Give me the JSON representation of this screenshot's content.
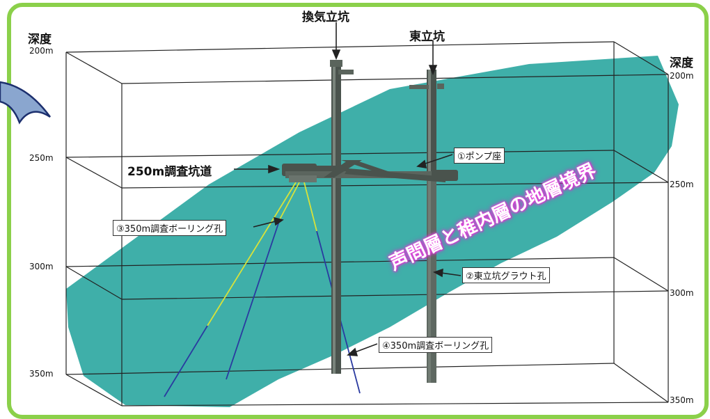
{
  "shafts": {
    "ventilation": "換気立坑",
    "east": "東立坑"
  },
  "depth_header_left": "深度",
  "depth_header_right": "深度",
  "depth_ticks": [
    "200m",
    "250m",
    "300m",
    "350m"
  ],
  "callouts": {
    "gallery": "250m調査坑道",
    "pump": "①ポンプ座",
    "borehole3": "③350m調査ボーリング孔",
    "grout": "②東立坑グラウト孔",
    "borehole4": "④350m調査ボーリング孔"
  },
  "boundary_label": "声問層と稚内層の地層境界",
  "colors": {
    "frame": "#8bd04a",
    "layer": "#2aa6a0",
    "shaft": "#4a534d",
    "borehole_yellow": "#d8e23a",
    "borehole_blue": "#2a3aa0",
    "label_glow": "#e64be0"
  }
}
